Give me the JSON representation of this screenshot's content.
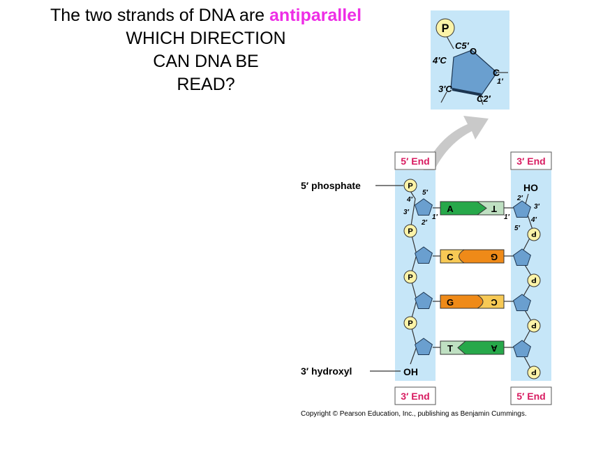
{
  "heading": {
    "line1_prefix": "The two strands of DNA are",
    "line1_highlight": "antiparallel",
    "line2": "WHICH DIRECTION",
    "line3": "CAN DNA BE",
    "line4": "READ?",
    "highlight_color": "#ee2ee6"
  },
  "inset": {
    "phosphate": "P",
    "c5": "C5′",
    "ring_o": "O",
    "c4": "4′C",
    "c1": "C",
    "c1_num": "1′",
    "c3": "3′C",
    "c2": "C2′"
  },
  "ends": {
    "left_top": "5′ End",
    "right_top": "3′ End",
    "left_bottom": "3′ End",
    "right_bottom": "5′ End"
  },
  "labels": {
    "phosphate_5": "5′ phosphate",
    "hydroxyl_3": "3′ hydroxyl",
    "oh": "OH",
    "ho": "HO"
  },
  "carbons": {
    "l5": "5′",
    "l4": "4′",
    "l3": "3′",
    "l2": "2′",
    "l1": "1′",
    "r2": "2′",
    "r3": "3′",
    "r4": "4′",
    "r5": "5′",
    "r1": "1′"
  },
  "phosphate_letter": "P",
  "base_pairs": [
    {
      "left": "A",
      "right": "T"
    },
    {
      "left": "C",
      "right": "G"
    },
    {
      "left": "G",
      "right": "C"
    },
    {
      "left": "T",
      "right": "A"
    }
  ],
  "copyright": "Copyright © Pearson Education, Inc., publishing as Benjamin Cummings.",
  "colors": {
    "strand_bg": "#c6e6f8",
    "sugar": "#6a9fcf",
    "phosphate": "#fbf3a8",
    "end_label": "#d81b60",
    "purine_green": "#27a84a",
    "pyrimidine_green": "#bfe0c2",
    "purine_orange": "#ef8a18",
    "pyrimidine_yellow": "#f7c955"
  }
}
